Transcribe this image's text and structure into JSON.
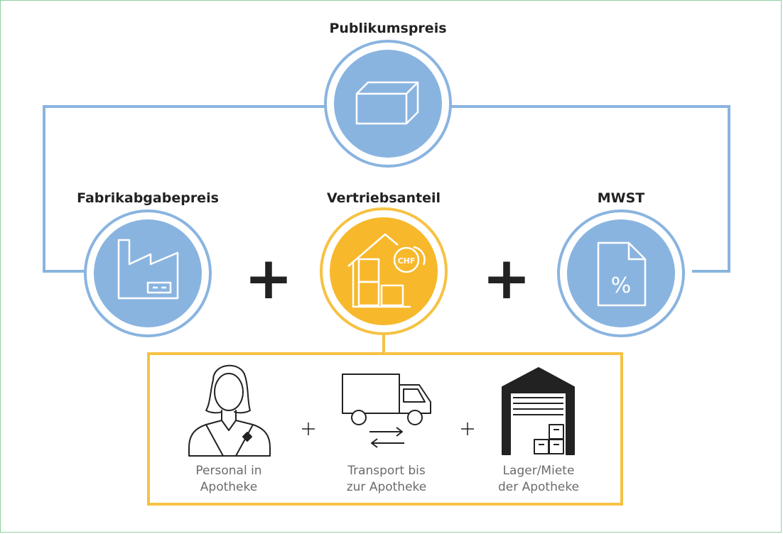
{
  "top": {
    "title": "Publikumspreis",
    "icon": "box-icon"
  },
  "components": [
    {
      "title": "Fabrikabgabepreis",
      "icon": "factory-icon"
    },
    {
      "title": "Vertriebsanteil",
      "icon": "house-boxes-chf-icon",
      "badge": "CHF"
    },
    {
      "title": "MWST",
      "icon": "document-percent-icon",
      "glyph": "%"
    }
  ],
  "operators": {
    "big_plus": "+",
    "small_plus": "+"
  },
  "breakdown": [
    {
      "line1": "Personal in",
      "line2": "Apotheke",
      "icon": "pharmacist-icon"
    },
    {
      "line1": "Transport bis",
      "line2": "zur Apotheke",
      "icon": "truck-icon"
    },
    {
      "line1": "Lager/Miete",
      "line2": "der Apotheke",
      "icon": "warehouse-icon"
    }
  ],
  "colors": {
    "blue_fill": "#8ab4e0",
    "blue_line": "#8ab4e0",
    "yellow_fill": "#f8b82c",
    "yellow_line": "#f6c243",
    "dark": "#222222",
    "frame_green": "#8fd19e"
  }
}
